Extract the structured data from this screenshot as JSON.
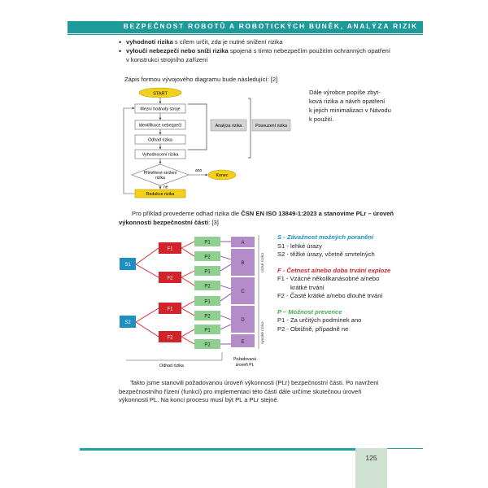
{
  "header": {
    "title": "BEZPEČNOST ROBOTŮ A ROBOTICKÝCH BUNĚK, ANALÝZA RIZIK"
  },
  "bullets": [
    {
      "bold": "vyhodnotí rizika",
      "rest": " s cílem určit, zda je nutné snížení rizika"
    },
    {
      "bold": "vyloučí nebezpečí nebo sníží rizika",
      "rest": " spojená s tímto nebezpečím použitím ochranných opatření",
      "cont": "v konstrukci strojního zařízení"
    }
  ],
  "intro": "Zápis formou vývojového diagramu bude následující:   [2]",
  "side_text": [
    "Dále výrobce popíše zbyt-",
    "ková rizika a návrh opatření",
    "k jejich minimalizaci v Návodu",
    "k použití."
  ],
  "flow": {
    "start": "START",
    "steps": [
      "Mezní hodnoty stroje",
      "Identifikace nebezpečí",
      "Odhad rizika",
      "Vyhodnocení rizika"
    ],
    "decision": [
      "Přiměřené snížení",
      "rizika"
    ],
    "yes": "ano",
    "no": "ne",
    "end": "Konec",
    "reduce": "Redukce rizika",
    "analysis": "Analýza rizika",
    "assessment": "Posouzení rizika"
  },
  "example": {
    "line1_plain": "Pro příklad provedeme odhad rizika dle ",
    "line1_bold": "ČSN EN ISO 13849-1:2023 a stanovíme PLr – úroveň",
    "line2_bold": "výkonnosti bezpečnostní částí",
    "line2_plain": ":   [3]"
  },
  "risk": {
    "s": [
      "S1",
      "S2"
    ],
    "f": [
      "F1",
      "F2",
      "F1",
      "F2"
    ],
    "p": [
      "P1",
      "P2",
      "P1",
      "P2",
      "P1",
      "P2",
      "P1",
      "P2"
    ],
    "levels": [
      "A",
      "B",
      "C",
      "D",
      "E"
    ],
    "low_risk": "nízké riziko",
    "high_risk": "vysoké riziko",
    "odhad": "Odhad rizika",
    "pozadovana": [
      "Požadovaná",
      "úroveň PL"
    ]
  },
  "legend": {
    "s_head": "S  - Závažnost možných poranění",
    "s_items": [
      "S1 - lehké úrazy",
      "S2 - těžké úrazy, včetně smrtelných"
    ],
    "f_head": "F  - Četnost a/nebo doba trvání exploze",
    "f_items": [
      "F1 - Vzácné několikanásobné a/nebo",
      "krátké trvání",
      "F2 - Časté krátké a/nebo dlouhé trvání"
    ],
    "p_head": "P  – Možnost prevence",
    "p_items": [
      "P1 - Za určitých podmínek ano",
      "P2 - Obtížně, případně ne"
    ]
  },
  "closing": [
    "Takto jsme stanovili požadovanou úroveň výkonnosti (PLr) bezpečnostní části. Po navržení",
    "bezpečnostního řízení (funkcí) pro implementaci této části dále určíme skutečnou úroveň",
    "výkonnosti PL. Na konci procesu musí být PL a PLr stejné."
  ],
  "page_number": "125",
  "colors": {
    "teal": "#1e9a9a",
    "red": "#d2232a",
    "green": "#8fcf8f",
    "purple": "#b48cc8",
    "blue": "#1e9a9a",
    "yellow": "#f4d01a"
  }
}
